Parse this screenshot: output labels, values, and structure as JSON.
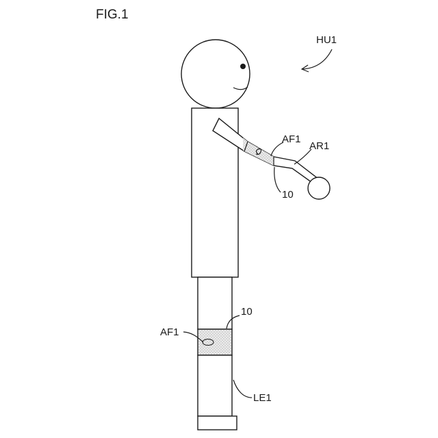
{
  "figure": {
    "title": "FIG.1"
  },
  "labels": {
    "human": "HU1",
    "arm": "AR1",
    "leg": "LE1",
    "arm_area": "AF1",
    "leg_area": "AF1",
    "arm_device": "10",
    "leg_device": "10"
  }
}
